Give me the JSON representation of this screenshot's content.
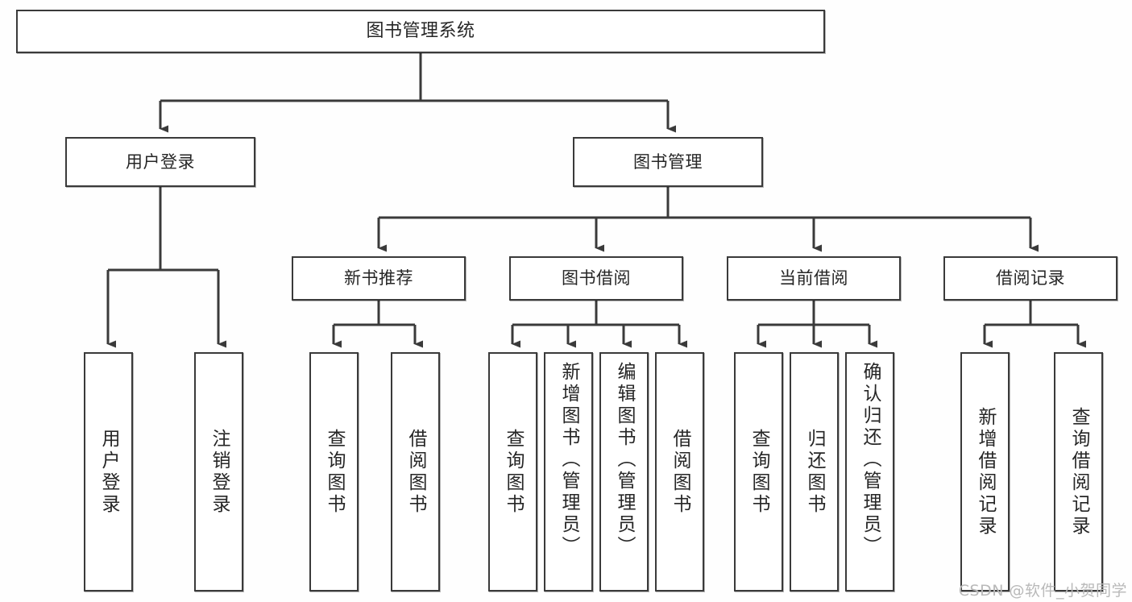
{
  "diagram": {
    "title": "图书管理系统",
    "type": "tree-hierarchy",
    "theme": {
      "background": "#fefefe",
      "node_fill": "#ffffff",
      "node_stroke": "#3a3a3a",
      "text_color": "#262626",
      "watermark_color": "#b9b9b9"
    },
    "root": {
      "id": "root",
      "label": "图书管理系统",
      "orientation": "horizontal"
    },
    "level2": [
      {
        "id": "user-login",
        "label": "用户登录",
        "orientation": "horizontal"
      },
      {
        "id": "book-management",
        "label": "图书管理",
        "orientation": "horizontal"
      }
    ],
    "level3": [
      {
        "id": "new-book-recommend",
        "label": "新书推荐",
        "orientation": "horizontal",
        "parent": "book-management"
      },
      {
        "id": "book-borrow",
        "label": "图书借阅",
        "orientation": "horizontal",
        "parent": "book-management"
      },
      {
        "id": "current-borrow",
        "label": "当前借阅",
        "orientation": "horizontal",
        "parent": "book-management"
      },
      {
        "id": "borrow-record",
        "label": "借阅记录",
        "orientation": "horizontal",
        "parent": "book-management"
      }
    ],
    "leaves": [
      {
        "id": "leaf-user-login",
        "label": "用户登录",
        "parent": "user-login"
      },
      {
        "id": "leaf-logout-login",
        "label": "注销登录",
        "parent": "user-login"
      },
      {
        "id": "leaf-query-book-1",
        "label": "查询图书",
        "parent": "new-book-recommend"
      },
      {
        "id": "leaf-borrow-book-1",
        "label": "借阅图书",
        "parent": "new-book-recommend"
      },
      {
        "id": "leaf-query-book-2",
        "label": "查询图书",
        "parent": "book-borrow"
      },
      {
        "id": "leaf-add-book",
        "label": "新增图书（管理员）",
        "parent": "book-borrow"
      },
      {
        "id": "leaf-edit-book",
        "label": "编辑图书（管理员）",
        "parent": "book-borrow"
      },
      {
        "id": "leaf-borrow-book-2",
        "label": "借阅图书",
        "parent": "book-borrow"
      },
      {
        "id": "leaf-query-book-3",
        "label": "查询图书",
        "parent": "current-borrow"
      },
      {
        "id": "leaf-return-book",
        "label": "归还图书",
        "parent": "current-borrow"
      },
      {
        "id": "leaf-confirm-return",
        "label": "确认归还（管理员）",
        "parent": "current-borrow"
      },
      {
        "id": "leaf-add-record",
        "label": "新增借阅记录",
        "parent": "borrow-record"
      },
      {
        "id": "leaf-query-record",
        "label": "查询借阅记录",
        "parent": "borrow-record"
      }
    ]
  },
  "watermark": {
    "text": "CSDN @软件_小贺同学"
  }
}
